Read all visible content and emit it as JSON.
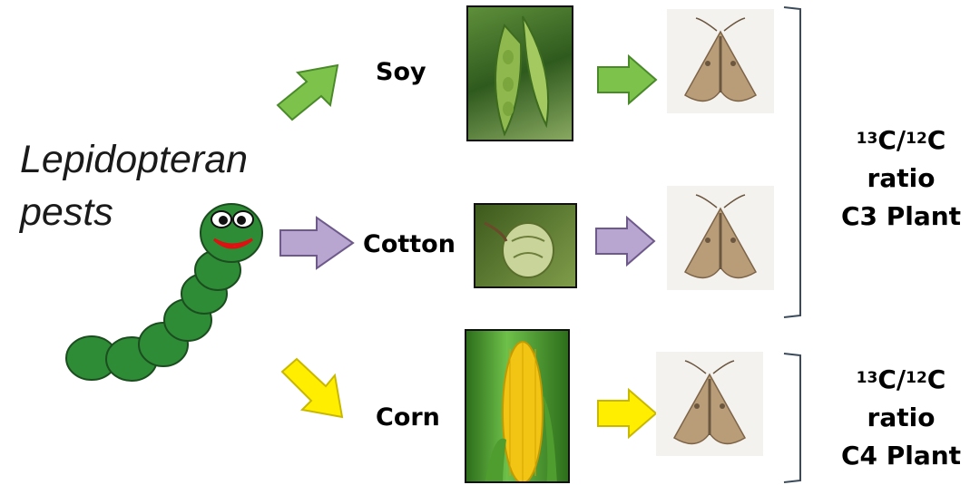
{
  "title": {
    "line1": "Lepidopteran",
    "line2": "pests"
  },
  "crops": [
    {
      "label": "Soy",
      "arrow_color": "#7dc24b",
      "arrow_stroke": "#4a8a2a"
    },
    {
      "label": "Cotton",
      "arrow_color": "#a892c0",
      "arrow_stroke": "#6e5a8a"
    },
    {
      "label": "Corn",
      "arrow_color": "#ffee00",
      "arrow_stroke": "#c9b800"
    }
  ],
  "groups": [
    {
      "iso_top": "13",
      "c1": "C/",
      "iso_bottom": "12",
      "c2": "C",
      "line2": "ratio",
      "line3": "C3 Plant"
    },
    {
      "iso_top": "13",
      "c1": "C/",
      "iso_bottom": "12",
      "c2": "C",
      "line2": "ratio",
      "line3": "C4 Plant"
    }
  ],
  "colors": {
    "caterpillar": "#2e8b36",
    "caterpillar_outline": "#1b4d1f",
    "bracket": "#3b4a5a"
  }
}
